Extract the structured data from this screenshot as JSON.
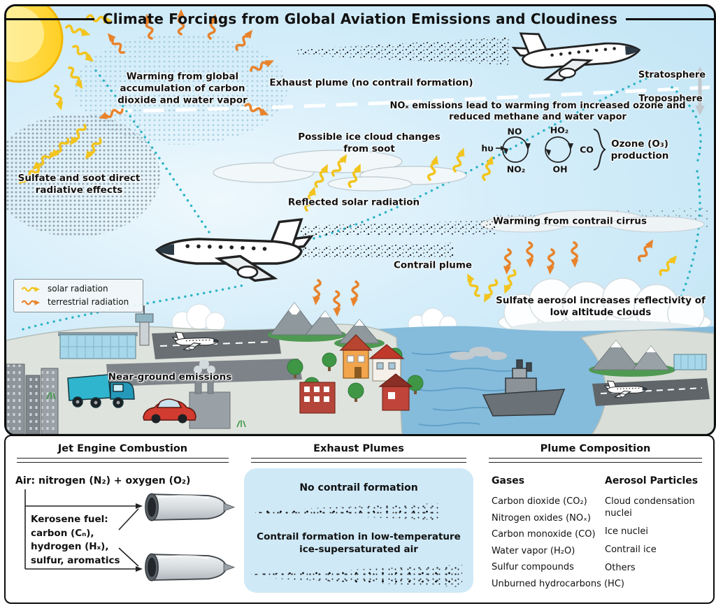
{
  "title": "Climate Forcings from Global Aviation Emissions and Cloudiness",
  "sky": {
    "warming_co2": "Warming from global accumulation of carbon dioxide and water vapor",
    "exhaust_plume": "Exhaust plume (no contrail formation)",
    "stratosphere": "Stratosphere",
    "troposphere": "Troposphere",
    "nox": "NOₓ emissions lead to warming from increased ozone and reduced methane and water vapor",
    "ozone": "Ozone (O₃) production",
    "ice_cloud": "Possible ice cloud changes from soot",
    "sulfate_soot": "Sulfate and soot direct radiative effects",
    "reflected_solar": "Reflected solar radiation",
    "contrail_plume": "Contrail plume",
    "contrail_cirrus": "Warming from contrail cirrus",
    "sulfate_aerosol": "Sulfate aerosol increases reflectivity of low altitude clouds",
    "near_ground": "Near-ground emissions",
    "legend": {
      "solar": "solar radiation",
      "terrestrial": "terrestrial radiation"
    },
    "cycle": {
      "hv": "hυ",
      "no": "NO",
      "no2": "NO₂",
      "ho2": "HO₂",
      "co": "CO",
      "oh": "OH"
    }
  },
  "panel": {
    "combustion": {
      "title": "Jet Engine Combustion",
      "air": "Air: nitrogen (N₂) + oxygen (O₂)",
      "fuel": "Kerosene fuel:\ncarbon (Cₙ),\nhydrogen (Hₓ),\nsulfur, aromatics"
    },
    "plumes": {
      "title": "Exhaust Plumes",
      "no_contrail": "No contrail formation",
      "contrail": "Contrail formation in low-temperature ice-supersaturated air"
    },
    "composition": {
      "title": "Plume Composition",
      "gases_title": "Gases",
      "aerosol_title": "Aerosol Particles",
      "gases": [
        "Carbon dioxide (CO₂)",
        "Nitrogen oxides (NOₓ)",
        "Carbon monoxide (CO)",
        "Water vapor (H₂O)",
        "Sulfur compounds",
        "Unburned hydrocarbons (HC)"
      ],
      "aerosols": [
        "Cloud condensation nuclei",
        "Ice nuclei",
        "Contrail ice",
        "Others"
      ]
    }
  },
  "colors": {
    "solar": "#f2c41d",
    "terrestrial": "#e8832c",
    "sky": "#cfeaf7",
    "water": "#85bbdb"
  }
}
